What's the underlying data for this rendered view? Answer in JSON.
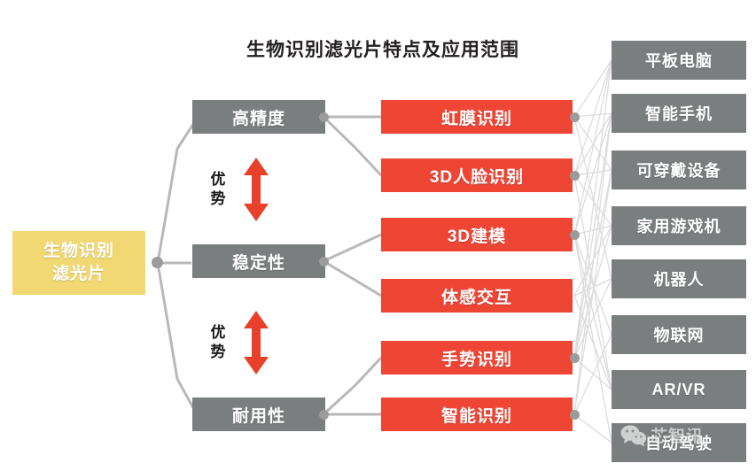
{
  "title": "生物识别滤光片特点及应用范围",
  "colors": {
    "root_fill": "#f2d873",
    "feature_fill": "#7b7e7e",
    "application_fill": "#ef4535",
    "market_fill": "#7b7e7e",
    "edge": "#b8b8b8",
    "edge_thin": "#dcdcdc",
    "arrow": "#e8402a",
    "title_text": "#231f20",
    "node_text": "#ffffff",
    "background": "#ffffff"
  },
  "root": {
    "label_line1": "生物识别",
    "label_line2": "滤光片"
  },
  "features": [
    {
      "id": "feature-high-precision",
      "label": "高精度"
    },
    {
      "id": "feature-stability",
      "label": "稳定性"
    },
    {
      "id": "feature-durability",
      "label": "耐用性"
    }
  ],
  "advantages": [
    {
      "id": "advantage-1",
      "label_line1": "优",
      "label_line2": "势",
      "arrow": "double-head-vertical-arrow"
    },
    {
      "id": "advantage-2",
      "label_line1": "优",
      "label_line2": "势",
      "arrow": "double-head-vertical-arrow"
    }
  ],
  "applications": [
    {
      "id": "application-iris",
      "label": "虹膜识别"
    },
    {
      "id": "application-3d-face",
      "label": "3D人脸识别"
    },
    {
      "id": "application-3d-modeling",
      "label": "3D建模"
    },
    {
      "id": "application-motion-interaction",
      "label": "体感交互"
    },
    {
      "id": "application-gesture",
      "label": "手势识别"
    },
    {
      "id": "application-smart-recognition",
      "label": "智能识别"
    }
  ],
  "markets": [
    {
      "id": "market-tablet",
      "label": "平板电脑"
    },
    {
      "id": "market-smartphone",
      "label": "智能手机"
    },
    {
      "id": "market-wearable",
      "label": "可穿戴设备"
    },
    {
      "id": "market-game-console",
      "label": "家用游戏机"
    },
    {
      "id": "market-robot",
      "label": "机器人"
    },
    {
      "id": "market-iot",
      "label": "物联网"
    },
    {
      "id": "market-arvr",
      "label": "AR/VR"
    },
    {
      "id": "market-autonomous-driving",
      "label": "自动驾驶"
    }
  ],
  "watermark": {
    "icon": "wechat-icon",
    "text": "芯智讯"
  }
}
